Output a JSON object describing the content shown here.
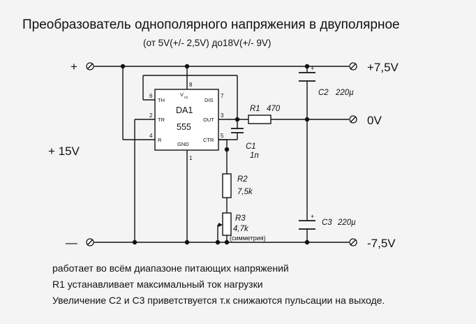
{
  "title": "Преобразователь однополярного напряжения в двуполярное",
  "subtitle": "(от 5V(+/- 2,5V) до18V(+/- 9V)",
  "supply": {
    "plus": "+",
    "minus": "—",
    "voltage": "+ 15V"
  },
  "outputs": {
    "pos": "+7,5V",
    "zero": "0V",
    "neg": "-7,5V"
  },
  "ic": {
    "name": "DA1",
    "type": "555",
    "pins": {
      "th": "TH",
      "tr": "TR",
      "r": "R",
      "vcc": "V",
      "vcc_sub": "cc",
      "dis": "DIS",
      "out": "OUT",
      "ctr": "CTR",
      "gnd": "GND"
    },
    "pin_numbers": {
      "p6": "6",
      "p2": "2",
      "p4": "4",
      "p8": "8",
      "p7": "7",
      "p3": "3",
      "p5": "5",
      "p1": "1"
    }
  },
  "components": {
    "r1": {
      "name": "R1",
      "value": "470"
    },
    "r2": {
      "name": "R2",
      "value": "7,5k"
    },
    "r3": {
      "name": "R3",
      "value": "4,7k",
      "note": "(симметрия)"
    },
    "c1": {
      "name": "C1",
      "value": "1n"
    },
    "c2": {
      "name": "C2",
      "value": "220µ",
      "polarity": "+"
    },
    "c3": {
      "name": "C3",
      "value": "220µ",
      "polarity": "+"
    }
  },
  "notes": [
    "работает во всём диапазоне питающих напряжений",
    "R1 устанавливает максимальный ток нагрузки",
    "Увеличение С2 и С3 приветствуется т.к снижаются пульсации на выходе."
  ]
}
